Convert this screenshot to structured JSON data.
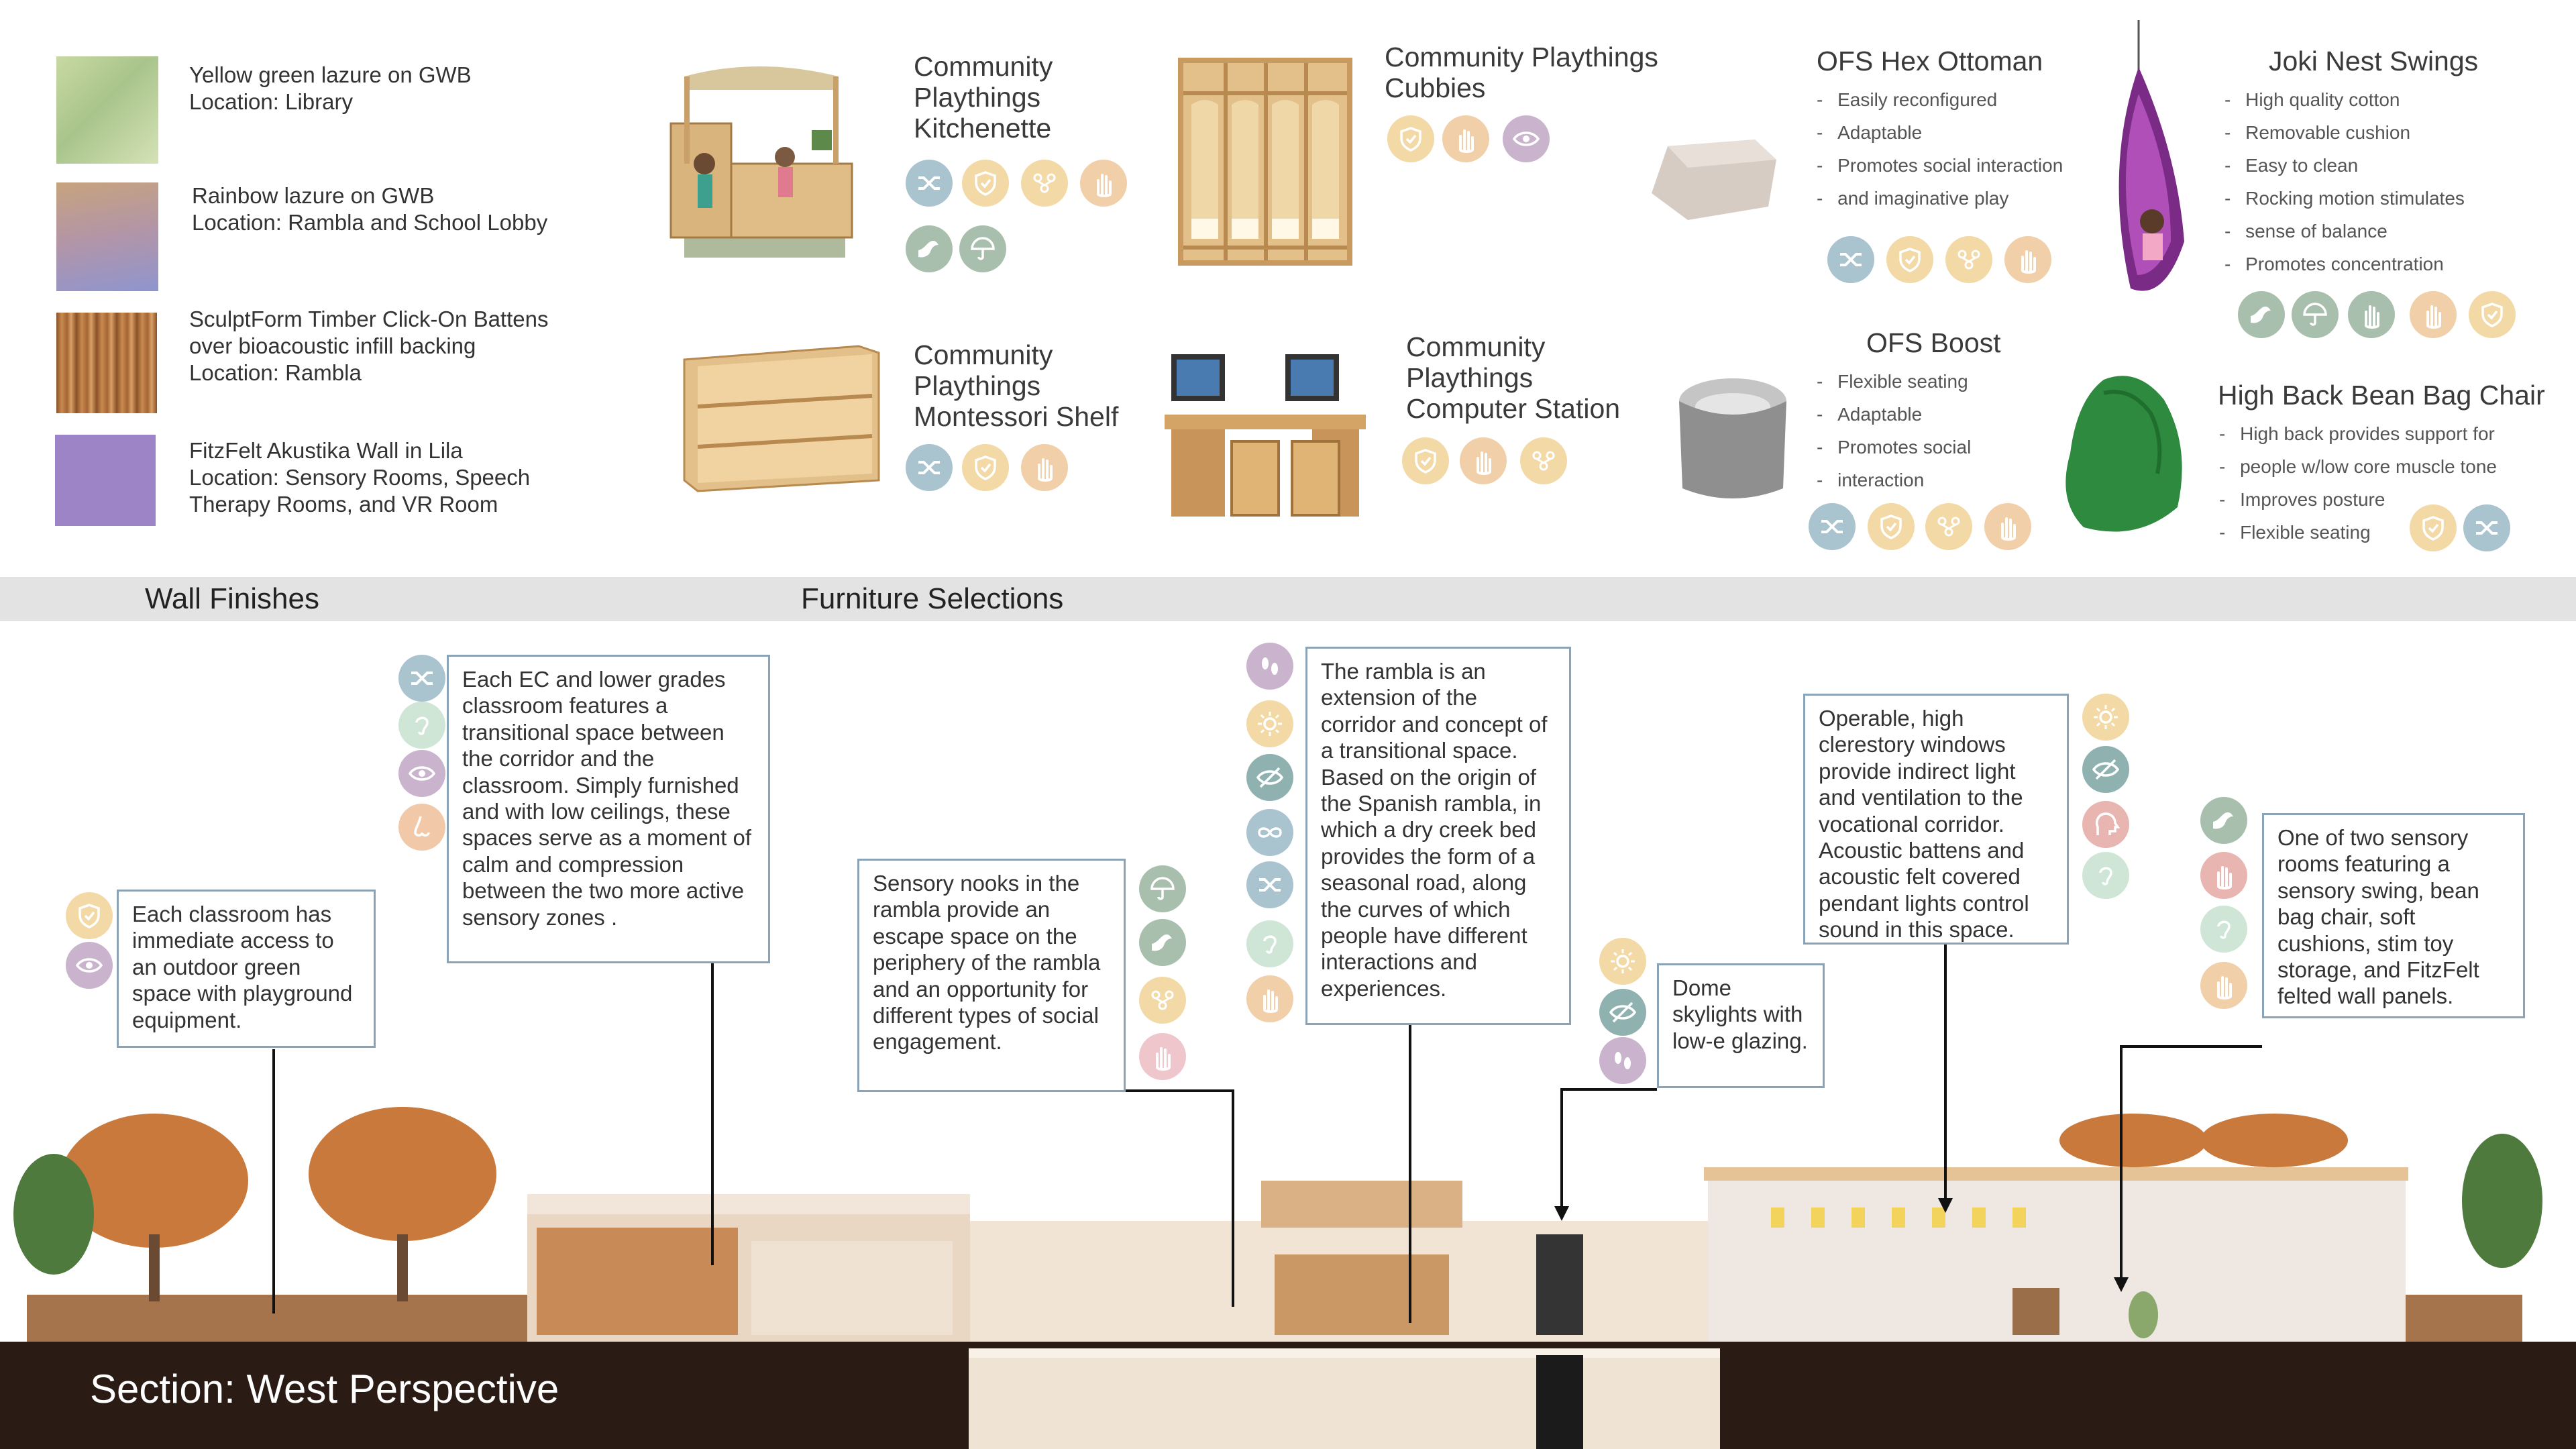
{
  "wall_finishes": {
    "heading": "Wall Finishes",
    "items": [
      {
        "name": "Yellow green lazure on GWB",
        "location": "Location: Library",
        "color": "#b7c98e"
      },
      {
        "name": "Rainbow lazure on GWB",
        "location": "Location: Rambla and School Lobby",
        "color": "#a898b3"
      },
      {
        "name": "SculptForm Timber Click-On Battens\nover bioacoustic infill backing",
        "location": "Location: Rambla",
        "color": "#b5773f"
      },
      {
        "name": "FitzFelt Akustika Wall in Lila",
        "location": "Location: Sensory Rooms, Speech\nTherapy Rooms, and VR Room",
        "color": "#9f86c6"
      }
    ]
  },
  "furniture": {
    "heading": "Furniture Selections",
    "products": [
      {
        "title": "Community\nPlaythings\nKitchenette",
        "features": []
      },
      {
        "title": "Community Playthings\nCubbies",
        "features": []
      },
      {
        "title": "Community\nPlaythings\nMontessori Shelf",
        "features": []
      },
      {
        "title": "Community\nPlaythings\nComputer Station",
        "features": []
      },
      {
        "title": "OFS Hex Ottoman",
        "features": [
          "Easily reconfigured",
          "Adaptable",
          "Promotes social interaction",
          "and imaginative play"
        ]
      },
      {
        "title": "OFS Boost",
        "features": [
          "Flexible seating",
          "Adaptable",
          "Promotes social",
          "interaction"
        ]
      },
      {
        "title": "Joki Nest Swings",
        "features": [
          "High quality cotton",
          "Removable cushion",
          "Easy  to clean",
          "Rocking motion stimulates",
          "sense of balance",
          "Promotes concentration"
        ]
      },
      {
        "title": "High Back Bean Bag Chair",
        "features": [
          "High back provides support for",
          "people w/low core muscle tone",
          "Improves posture",
          "Flexible seating"
        ]
      }
    ]
  },
  "section": {
    "title": "Section: West Perspective",
    "callouts": [
      "Each classroom has immediate access to an outdoor green space with playground equipment.",
      "Each EC and lower grades classroom features a transitional space between the corridor and the classroom. Simply furnished and with low ceilings, these spaces serve as a moment of calm and compression between the two more active sensory zones .",
      "Sensory nooks in the rambla provide an escape space on the periphery of the rambla and an opportunity for different types of social engagement.",
      "The rambla is an extension of the corridor and concept of a transitional space. Based on the origin of the Spanish rambla, in which a dry creek bed provides the form of a seasonal road, along the curves of which people have different interactions and experiences.",
      "Dome skylights with low-e glazing.",
      "Operable, high clerestory windows provide indirect light and ventilation to the vocational corridor. Acoustic battens and acoustic felt covered pendant lights control sound in this space.",
      "One of two sensory rooms featuring a sensory swing, bean bag chair, soft cushions, stim toy storage, and FitzFelt felted wall panels."
    ]
  },
  "icon_colors": {
    "blue": "#a9c3cf",
    "yellow": "#f2d9a6",
    "sage": "#a9bfae",
    "purple": "#c9b3cd",
    "pink": "#efc6cc",
    "peach": "#f2c9a8",
    "mint": "#cfe6d7",
    "teal": "#8fb2b1",
    "orange": "#f0cfa9",
    "rose": "#e8b5b0"
  }
}
